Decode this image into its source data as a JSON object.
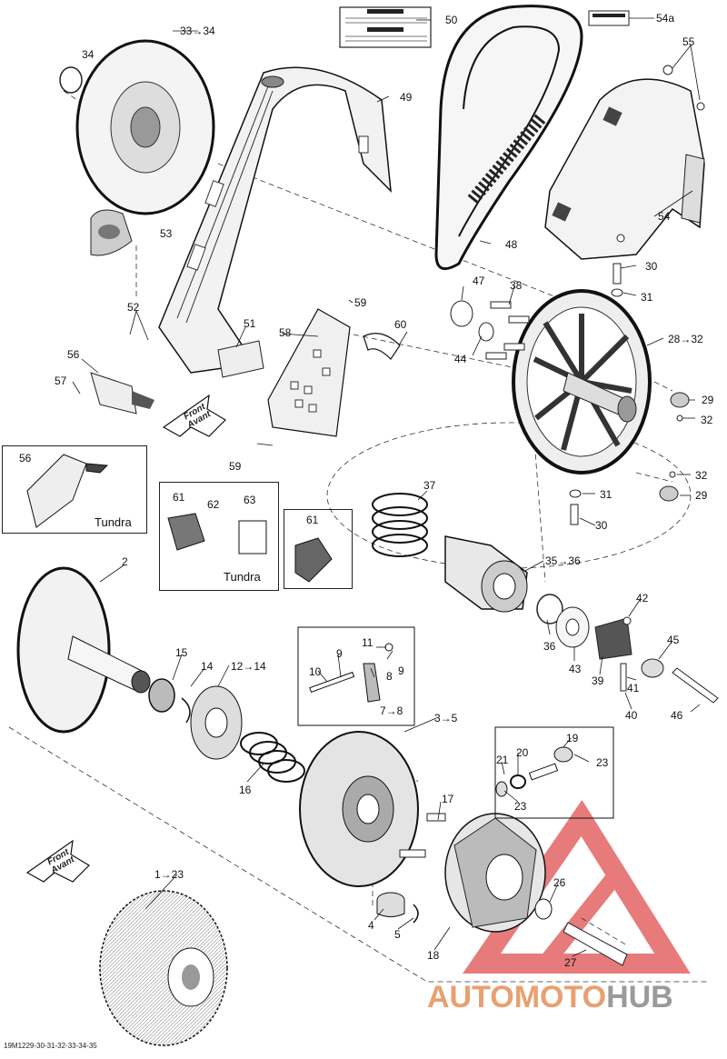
{
  "diagram_code": "19M1229-30-31-32-33-34-35",
  "watermark": {
    "part1": "AUTOMOTO",
    "part2": "HUB"
  },
  "insets": {
    "tundra_label": "Tundra"
  },
  "front_arrow": {
    "line1": "Front",
    "line2": "Avant"
  },
  "callouts": {
    "c33_34": "33→34",
    "c34": "34",
    "c53": "53",
    "c50": "50",
    "c49": "49",
    "c48": "48",
    "c54a": "54a",
    "c55": "55",
    "c54": "54",
    "c52": "52",
    "c51": "51",
    "c56": "56",
    "c57": "57",
    "c58": "58",
    "c59a": "59",
    "c59b": "59",
    "c60": "60",
    "c47": "47",
    "c38": "38",
    "c44": "44",
    "c30a": "30",
    "c31a": "31",
    "c28_32": "28→32",
    "c29a": "29",
    "c32a": "32",
    "c32b": "32",
    "c31b": "31",
    "c29b": "29",
    "c30b": "30",
    "c56b": "56",
    "c61a": "61",
    "c62": "62",
    "c63": "63",
    "c61b": "61",
    "c37": "37",
    "c35_36": "35→36",
    "c42": "42",
    "c45": "45",
    "c36": "36",
    "c43": "43",
    "c39": "39",
    "c41": "41",
    "c40": "40",
    "c46": "46",
    "c2": "2",
    "c15": "15",
    "c14": "14",
    "c12_14": "12→14",
    "c11": "11",
    "c9a": "9",
    "c9b": "9",
    "c10": "10",
    "c8": "8",
    "c7_8": "7→8",
    "c3_5": "3→5",
    "c19": "19",
    "c21": "21",
    "c20": "20",
    "c23a": "23",
    "c23b": "23",
    "c16": "16",
    "c17": "17",
    "c1_23": "1→23",
    "c4": "4",
    "c5": "5",
    "c18": "18",
    "c26": "26",
    "c27": "27"
  }
}
